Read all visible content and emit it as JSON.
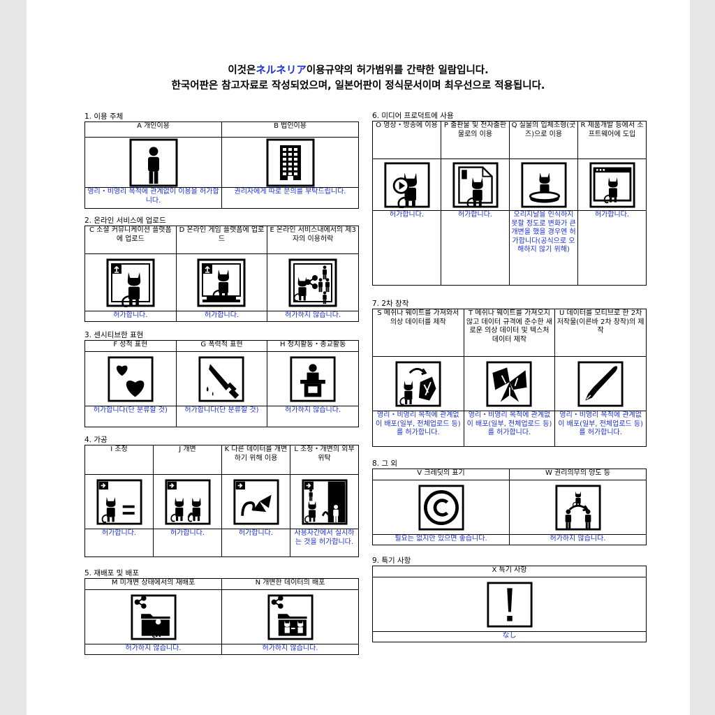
{
  "header": {
    "line1_pre": "이것은",
    "line1_accent": "ネルネリア",
    "line1_post": "이용규약의 허가범위를 간략한 일람입니다.",
    "line2": "한국어판은 참고자료로 작성되었으며, 일본어판이 정식문서이며 최우선으로 적용됩니다."
  },
  "colors": {
    "accent": "#1a2fd6",
    "border": "#000000",
    "page_bg": "#ffffff",
    "backdrop": "#e7e7e7"
  },
  "sections": [
    {
      "title": "1. 이용 주체",
      "items": [
        {
          "label": "A 개인이용",
          "icon": "person-icon",
          "result": "영리・비영리 목적에 관계없이 이용을 허가합니다."
        },
        {
          "label": "B 법인이용",
          "icon": "building-icon",
          "result": "권리자에게 따로 문의를 부탁드립니다."
        }
      ]
    },
    {
      "title": "2. 온라인 서비스에 업로드",
      "items": [
        {
          "label": "C 소셜 커뮤니케이션 플랫폼에 업로드",
          "icon": "upload-social-icon",
          "result": "허가합니다."
        },
        {
          "label": "D 온라인 게임 플랫폼에 업로드",
          "icon": "upload-game-icon",
          "result": "허가합니다."
        },
        {
          "label": "E 온라인 서비스내에서의 제3자의 이용허락",
          "icon": "share-network-icon",
          "result": "허가하지 않습니다."
        }
      ]
    },
    {
      "title": "3. 센시티브한 표현",
      "items": [
        {
          "label": "F 성적 표현",
          "icon": "hearts-icon",
          "result": "허가합니다(단 분류할 것)"
        },
        {
          "label": "G 폭력적 표현",
          "icon": "knife-icon",
          "result": "허가합니다(단 분류할 것)"
        },
        {
          "label": "H 정치활동・종교활동",
          "icon": "podium-icon",
          "result": "허가하지 않습니다."
        }
      ]
    },
    {
      "title": "4. 가공",
      "items": [
        {
          "label": "I 조정",
          "icon": "adjust-icon",
          "result": "허가합니다."
        },
        {
          "label": "J 개변",
          "icon": "modify-icon",
          "result": "허가합니다."
        },
        {
          "label": "K 다른 데이터를 개변하기 위해 이용",
          "icon": "tail-bow-icon",
          "result": "허가합니다."
        },
        {
          "label": "L 조정・개변의 외부위탁",
          "icon": "outsource-icon",
          "result": "사용자간에서 실시하는 것을 허가합니다."
        }
      ]
    },
    {
      "title": "5. 재배포 및 배포",
      "items": [
        {
          "label": "M 미개변 상태에서의 재배포",
          "icon": "share-folder-icon",
          "result": "허가하지 않습니다."
        },
        {
          "label": "N 개변한 데이터의 배포",
          "icon": "share-modified-icon",
          "result": "허가하지 않습니다."
        }
      ]
    },
    {
      "title": "6. 미디어 프로덕트에 사용",
      "items": [
        {
          "label": "O 영상・방송에 이용",
          "icon": "video-icon",
          "result": "허가합니다."
        },
        {
          "label": "P 출판물 및 전자출판물로의 이용",
          "icon": "publication-icon",
          "result": "허가합니다."
        },
        {
          "label": "Q 실물의 입체조형(굿즈)으로 이용",
          "icon": "figure-icon",
          "result": "오리지날을 인식하지 못할 정도로 변화가 큰 개변을 했을 경우엔 허가합니다(공식으로 오해하지 않기 위해)"
        },
        {
          "label": "R 제품개발 등에서 소프트웨어에 도입",
          "icon": "software-icon",
          "result": "허가합니다."
        }
      ]
    },
    {
      "title": "7. 2차 창작",
      "items": [
        {
          "label": "S 메쉬나 웨이트를 가져와서 의상 데이터를 제작",
          "icon": "mesh-costume-icon",
          "result": "영리・비영리 목적에 관계없이 배포(일부, 전체업로드 등)를 허가합니다."
        },
        {
          "label": "T 메쉬나 웨이트를 가져오지 않고 데이터 규격에 준수한 새로운 의상 데이터 및 텍스처 데이터 제작",
          "icon": "costume-icon",
          "result": "영리・비영리 목적에 관계없이 배포(일부, 전체업로드 등)를 허가합니다."
        },
        {
          "label": "U 데이터를 모티브로 한 2차 저작물(이른바 2차 창작)의 제작",
          "icon": "pen-icon",
          "result": "영리・비영리 목적에 관계없이 배포(일부, 전체업로드 등)를 허가합니다."
        }
      ]
    },
    {
      "title": "8. 그 외",
      "items": [
        {
          "label": "V 크레딧의 표기",
          "icon": "copyright-icon",
          "result": "필요는 없지만 있으면 좋습니다."
        },
        {
          "label": "W 권리의무의 양도 등",
          "icon": "transfer-icon",
          "result": "허가하지 않습니다."
        }
      ]
    },
    {
      "title": "9. 특기 사항",
      "items": [
        {
          "label": "X 특기 사항",
          "icon": "exclamation-icon",
          "result": "なし"
        }
      ]
    }
  ]
}
